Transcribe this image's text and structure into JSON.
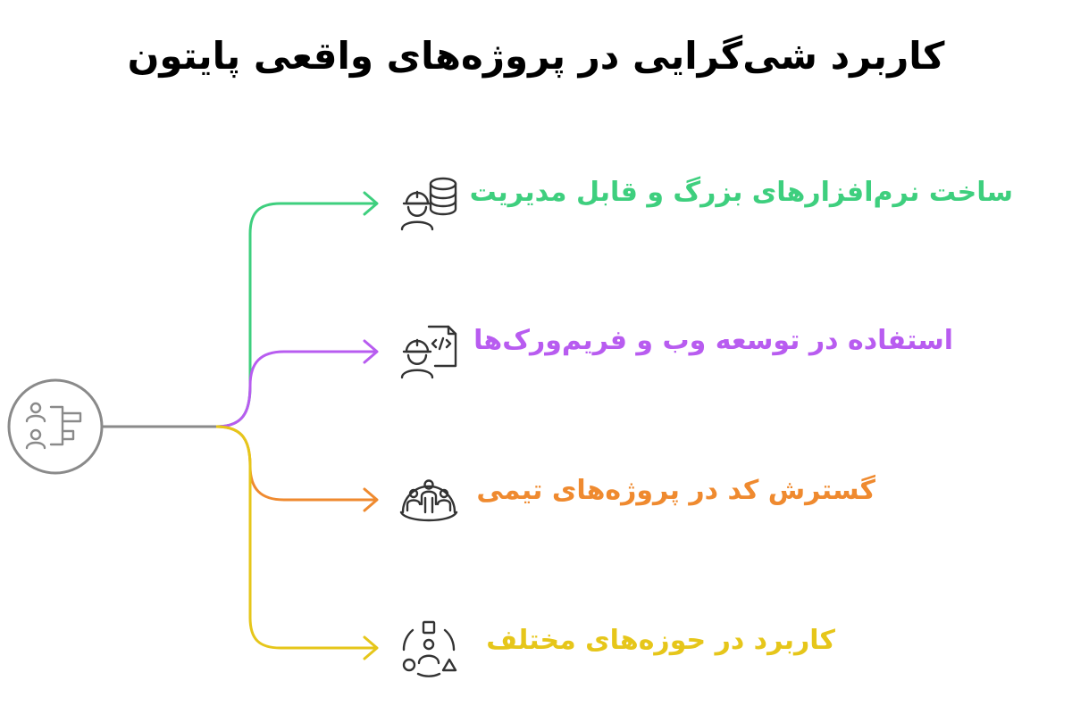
{
  "title": "کاربرد شی‌گرایی در پروژه‌های واقعی پایتون",
  "colors": {
    "root": "#8a8a8a",
    "branch_1": "#3ecf7e",
    "branch_2": "#b85cf0",
    "branch_3": "#ef8a2f",
    "branch_4": "#e6c61a"
  },
  "root": {
    "icon": "team-hierarchy-icon"
  },
  "branches": [
    {
      "label": "ساخت نرم‌افزارهای بزرگ و قابل مدیریت",
      "icon": "engineer-database-icon"
    },
    {
      "label": "استفاده در توسعه وب و فریم‌ورک‌ها",
      "icon": "developer-code-file-icon"
    },
    {
      "label": "گسترش کد در پروژه‌های تیمی",
      "icon": "team-group-icon"
    },
    {
      "label": "کاربرد در حوزه‌های مختلف",
      "icon": "person-shapes-icon"
    }
  ]
}
